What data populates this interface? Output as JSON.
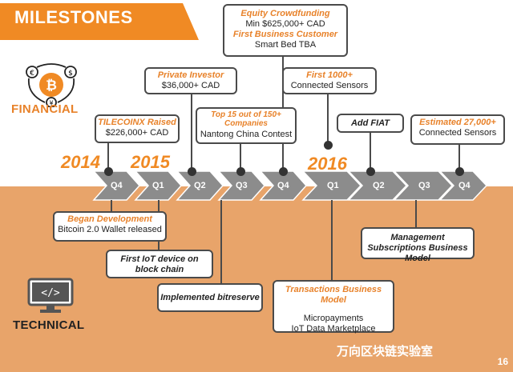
{
  "header": {
    "title": "MILESTONES"
  },
  "sections": {
    "financial": "FINANCIAL",
    "technical": "TECHNICAL"
  },
  "years": {
    "y2014": "2014",
    "y2015": "2015",
    "y2016": "2016"
  },
  "quarters": [
    "Q4",
    "Q1",
    "Q2",
    "Q3",
    "Q4",
    "Q1",
    "Q2",
    "Q3",
    "Q4"
  ],
  "financial_boxes": {
    "tilecoinx": {
      "title": "TILECOINX Raised",
      "body": "$226,000+ CAD"
    },
    "private_investor": {
      "title": "Private Investor",
      "body": "$36,000+ CAD"
    },
    "top15": {
      "title": "Top 15 out of 150+ Companies",
      "body": "Nantong China Contest"
    },
    "equity": {
      "title": "Equity Crowdfunding",
      "body": "Min $625,000+ CAD",
      "title2": "First Business Customer",
      "body2": "Smart Bed TBA"
    },
    "first1000": {
      "title": "First 1000+",
      "body": "Connected  Sensors"
    },
    "add_fiat": {
      "title": "Add FIAT"
    },
    "estimated": {
      "title": "Estimated 27,000+",
      "body": "Connected  Sensors"
    }
  },
  "technical_boxes": {
    "began_dev": {
      "title": "Began Development",
      "body": "Bitcoin 2.0 Wallet released"
    },
    "first_iot": {
      "title": "First IoT device on block chain"
    },
    "bitreserve": {
      "title": "Implemented bitreserve"
    },
    "transactions": {
      "title": "Transactions Business Model",
      "body": "Micropayments",
      "body2": "IoT Data Marketplace"
    },
    "mgmt_subs": {
      "title": "Management Subscriptions Business Model"
    }
  },
  "footer": {
    "wechat": "万向区块链实验室",
    "page": "16"
  },
  "colors": {
    "accent": "#f08a24",
    "band": "#e8a46a",
    "dark": "#4a4a4a",
    "chevron": "#8c8c8c"
  }
}
